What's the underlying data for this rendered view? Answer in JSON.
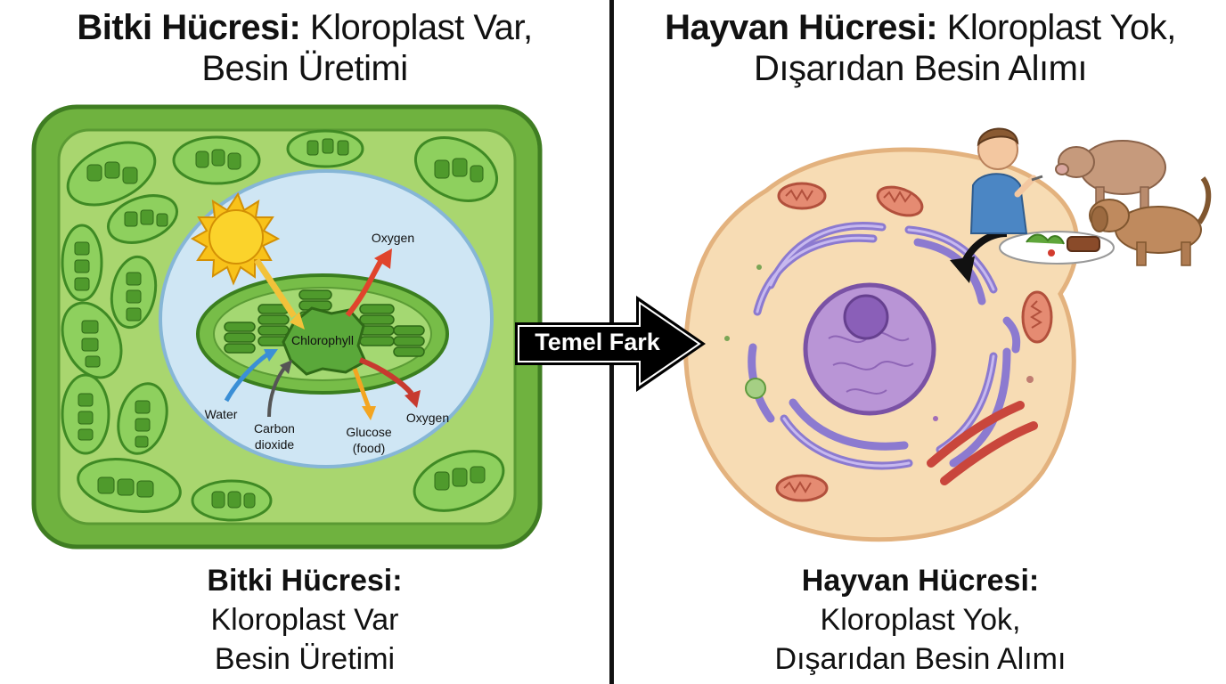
{
  "left": {
    "title_bold": "Bitki Hücresi:",
    "title_rest": " Kloroplast Var,",
    "title_line2": "Besin Üretimi",
    "caption_line1": "Bitki Hücresi:",
    "caption_line2": "Kloroplast Var",
    "caption_line3": "Besin Üretimi",
    "labels": {
      "oxygen_top": "Oxygen",
      "chlorophyll": "Chlorophyll",
      "water": "Water",
      "carbon_line1": "Carbon",
      "carbon_line2": "dioxide",
      "glucose_line1": "Glucose",
      "glucose_line2": "(food)",
      "oxygen_right": "Oxygen"
    }
  },
  "center_arrow": {
    "label": "Temel Fark"
  },
  "right": {
    "title_bold": "Hayvan Hücresi:",
    "title_rest": " Kloroplast Yok,",
    "title_line2": "Dışarıdan Besin Alımı",
    "caption_line1": "Hayvan Hücresi:",
    "caption_line2": "Kloroplast Yok,",
    "caption_line3": "Dışarıdan Besin Alımı"
  },
  "colors": {
    "cell_wall": "#6fb23f",
    "cytoplasm": "#a9d66f",
    "vacuole": "#cfe6f4",
    "chloroplast": "#4f9a2c",
    "animal_cell": "#f7dcb4",
    "nucleus": "#a97fc7",
    "golgi": "#8c7ad0",
    "mitochondria": "#d9705a",
    "divider": "#111111"
  }
}
